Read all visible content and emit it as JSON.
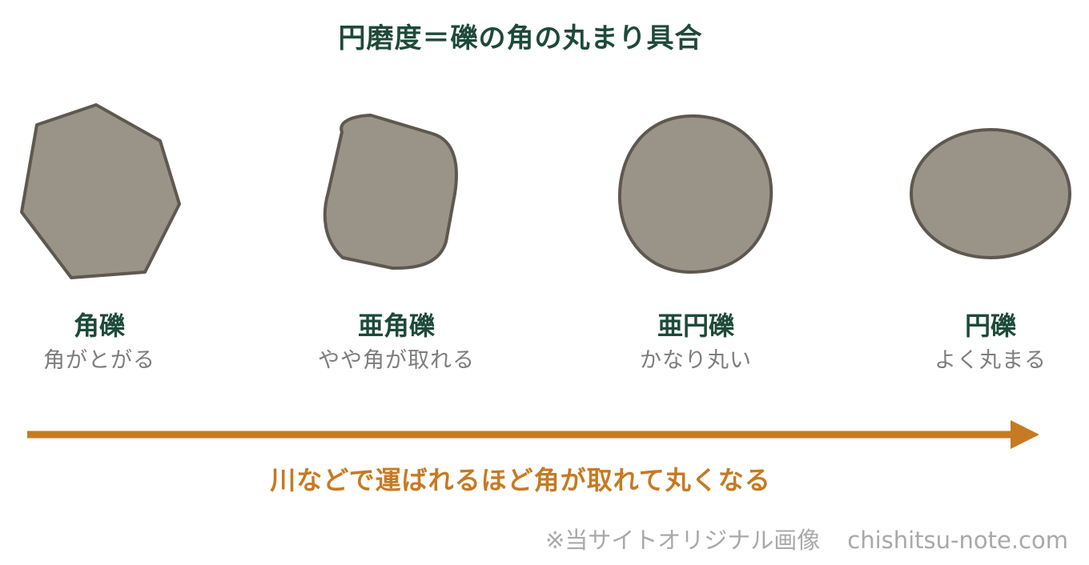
{
  "title": "円磨度＝礫の角の丸まり具合",
  "colors": {
    "title": "#1e4a3a",
    "stone_fill": "#9a9488",
    "stone_stroke": "#5e5850",
    "arrow": "#c67a22",
    "description": "#7d7d7d",
    "credit": "#a9a9a9"
  },
  "stages": [
    {
      "name": "角礫",
      "description": "角がとがる"
    },
    {
      "name": "亜角礫",
      "description": "やや角が取れる"
    },
    {
      "name": "亜円礫",
      "description": "かなり丸い"
    },
    {
      "name": "円礫",
      "description": "よく丸まる"
    }
  ],
  "arrow_caption": "川などで運ばれるほど角が取れて丸くなる",
  "credit": {
    "note": "※当サイトオリジナル画像",
    "site": "chishitsu-note.com"
  }
}
